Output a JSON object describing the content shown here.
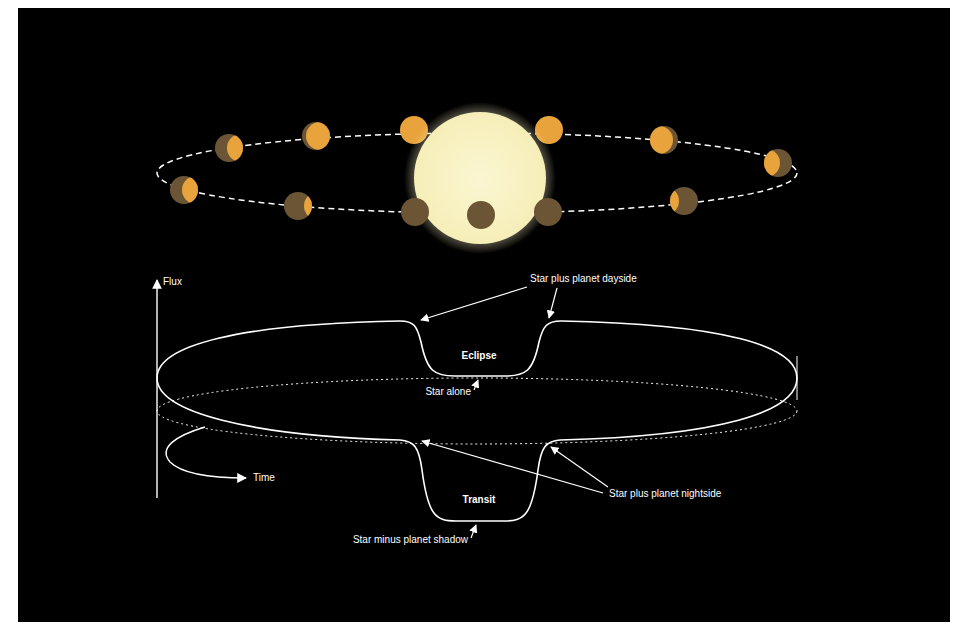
{
  "diagram": {
    "labels": [
      "Flux",
      "Star plus planet dayside",
      "Eclipse",
      "Star alone",
      "Time",
      "Star plus planet nightside",
      "Transit",
      "Star minus planet shadow"
    ]
  }
}
